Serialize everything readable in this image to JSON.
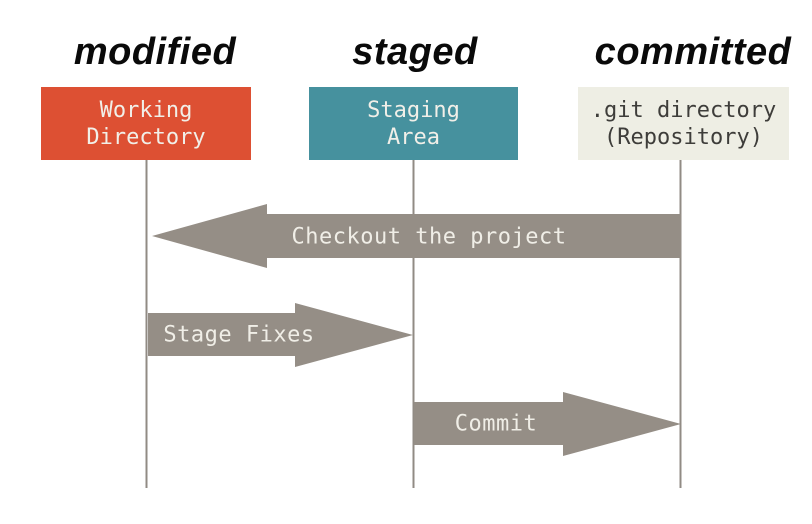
{
  "diagram": {
    "title_semantic": "git-three-states-diagram",
    "states": [
      {
        "label": "modified",
        "box_line1": "Working",
        "box_line2": "Directory"
      },
      {
        "label": "staged",
        "box_line1": "Staging",
        "box_line2": "Area"
      },
      {
        "label": "committed",
        "box_line1": ".git directory",
        "box_line2": "(Repository)"
      }
    ],
    "arrows": [
      {
        "label": "Checkout the project",
        "direction": "left",
        "from": "git-directory",
        "to": "working-directory"
      },
      {
        "label": "Stage Fixes",
        "direction": "right",
        "from": "working-directory",
        "to": "staging-area"
      },
      {
        "label": "Commit",
        "direction": "right",
        "from": "staging-area",
        "to": "git-directory"
      }
    ],
    "colors": {
      "working_directory_box": "#dd5033",
      "staging_area_box": "#46919e",
      "git_directory_box": "#eeeee4",
      "arrow": "#958e86",
      "lifeline": "#918b84",
      "box_text_light": "#f1efe8",
      "box_text_dark": "#3e3d3a",
      "state_label_text": "#0a0a0a",
      "background": "#ffffff"
    }
  }
}
